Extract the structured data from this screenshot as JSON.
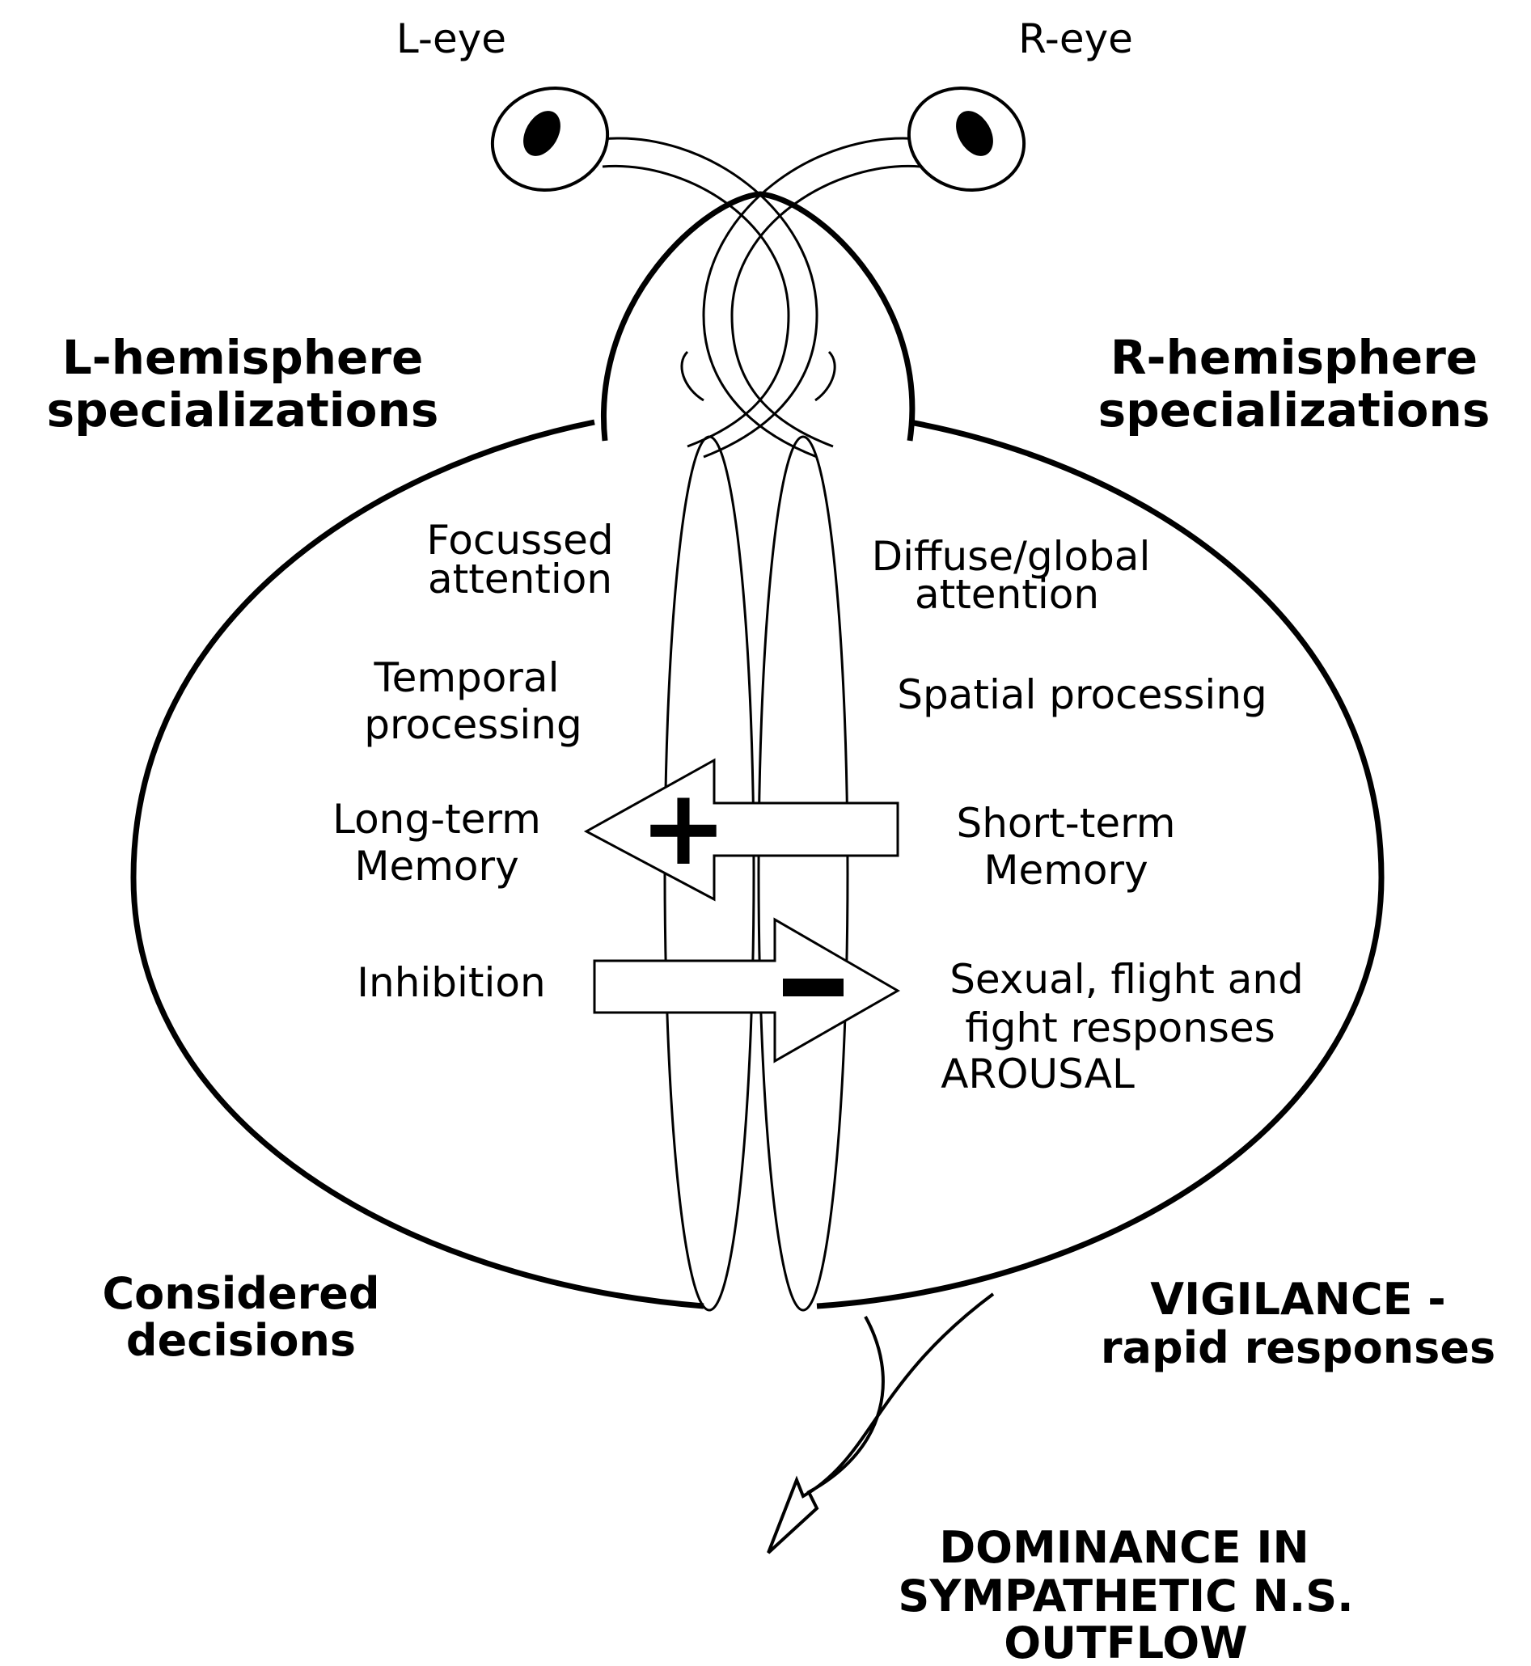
{
  "eyes": {
    "left": "L-eye",
    "right": "R-eye"
  },
  "headings": {
    "left_line1": "L-hemisphere",
    "left_line2": "specializations",
    "right_line1": "R-hemisphere",
    "right_line2": "specializations"
  },
  "left": {
    "focussed_1": "Focussed",
    "focussed_2": "attention",
    "temporal_1": "Temporal",
    "temporal_2": "processing",
    "longterm_1": "Long-term",
    "longterm_2": "Memory",
    "inhibition": "Inhibition"
  },
  "right": {
    "diffuse_1": "Diffuse/global",
    "diffuse_2": "attention",
    "spatial": "Spatial processing",
    "shortterm_1": "Short-term",
    "shortterm_2": "Memory",
    "sexual_1": "Sexual, flight and",
    "sexual_2": "fight responses",
    "sexual_3": "AROUSAL"
  },
  "arrows": {
    "plus_sign": "+",
    "minus_sign": "–"
  },
  "bottom": {
    "considered_1": "Considered",
    "considered_2": "decisions",
    "vigilance_1": "VIGILANCE -",
    "vigilance_2": "rapid responses",
    "dominance_1": "DOMINANCE IN",
    "dominance_2": "SYMPATHETIC N.S.",
    "dominance_3": "OUTFLOW"
  }
}
